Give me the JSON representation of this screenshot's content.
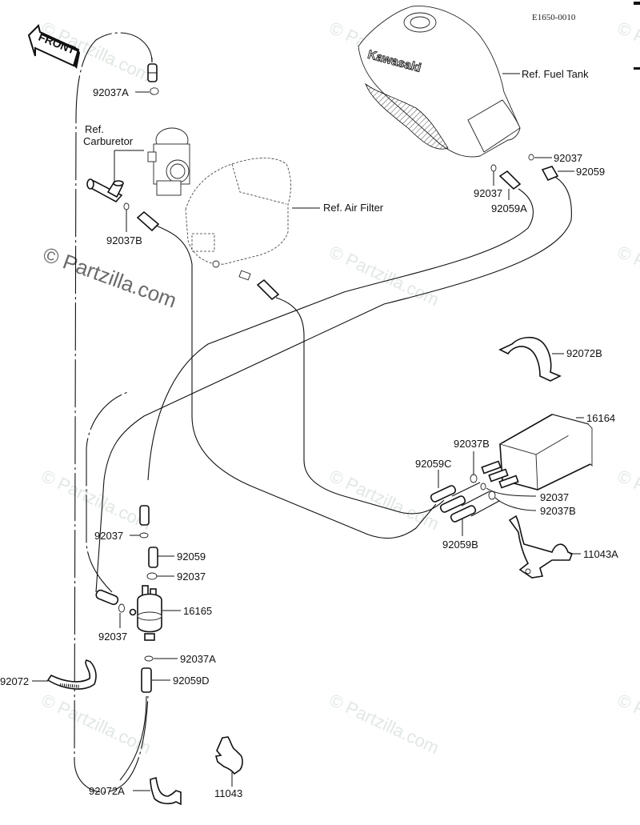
{
  "diagram": {
    "code": "E1650-0010",
    "front_arrow": "FRONT",
    "brand_on_tank": "Kawasaki",
    "watermark": "© Partzilla.com",
    "references": [
      {
        "id": "ref-fuel-tank",
        "text": "Ref. Fuel Tank"
      },
      {
        "id": "ref-air-filter",
        "text": "Ref. Air Filter"
      },
      {
        "id": "ref-carburetor-1",
        "text": "Ref."
      },
      {
        "id": "ref-carburetor-2",
        "text": "Carburetor"
      }
    ],
    "callouts": [
      {
        "part": "92037A",
        "location": "top-left clamp"
      },
      {
        "part": "92037B",
        "location": "carburetor clamp"
      },
      {
        "part": "92037",
        "location": "fuel tank clamp right"
      },
      {
        "part": "92059",
        "location": "fuel tank hose right"
      },
      {
        "part": "92037",
        "location": "fuel tank clamp left"
      },
      {
        "part": "92059A",
        "location": "fuel tank hose left"
      },
      {
        "part": "92072B",
        "location": "clamp"
      },
      {
        "part": "16164",
        "location": "canister"
      },
      {
        "part": "92037B",
        "location": "canister clamp top"
      },
      {
        "part": "92059C",
        "location": "canister hose"
      },
      {
        "part": "92037",
        "location": "canister clamp middle"
      },
      {
        "part": "92037B",
        "location": "canister clamp bottom"
      },
      {
        "part": "92059B",
        "location": "canister hose lower"
      },
      {
        "part": "11043A",
        "location": "canister bracket"
      },
      {
        "part": "92037",
        "location": "separator top clamp"
      },
      {
        "part": "92059",
        "location": "separator hose"
      },
      {
        "part": "92037",
        "location": "separator clamp"
      },
      {
        "part": "16165",
        "location": "separator"
      },
      {
        "part": "92037",
        "location": "separator side clamp"
      },
      {
        "part": "92037A",
        "location": "separator lower clamp"
      },
      {
        "part": "92059D",
        "location": "separator lower hose"
      },
      {
        "part": "92072",
        "location": "band"
      },
      {
        "part": "92072A",
        "location": "clamp lower"
      },
      {
        "part": "11043",
        "location": "bracket lower"
      }
    ]
  }
}
